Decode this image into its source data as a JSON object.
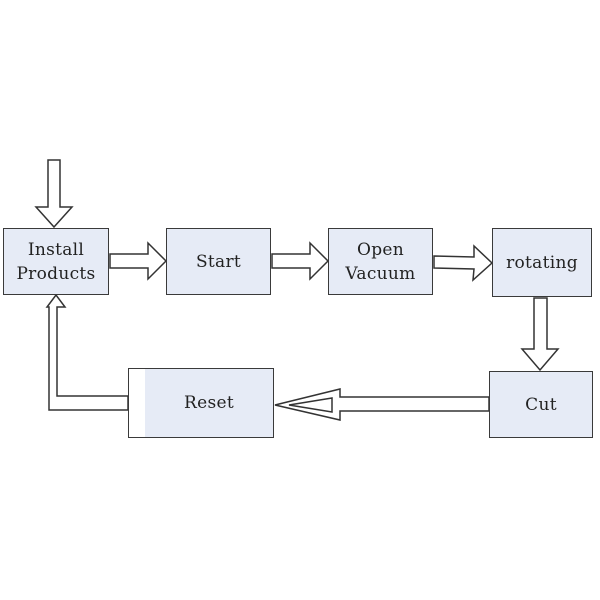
{
  "colors": {
    "box_fill": "#e6ebf6",
    "box_border": "#3a3a3a",
    "arrow_stroke": "#333333",
    "arrow_fill": "#ffffff",
    "text": "#222222"
  },
  "steps": {
    "install": "Install\nProducts",
    "start": "Start",
    "open_vacuum": "Open\nVacuum",
    "rotating": "rotating",
    "cut": "Cut",
    "reset": "Reset"
  },
  "flow": [
    [
      "entry",
      "install"
    ],
    [
      "install",
      "start"
    ],
    [
      "start",
      "open_vacuum"
    ],
    [
      "open_vacuum",
      "rotating"
    ],
    [
      "rotating",
      "cut"
    ],
    [
      "cut",
      "reset"
    ],
    [
      "reset",
      "install"
    ]
  ]
}
